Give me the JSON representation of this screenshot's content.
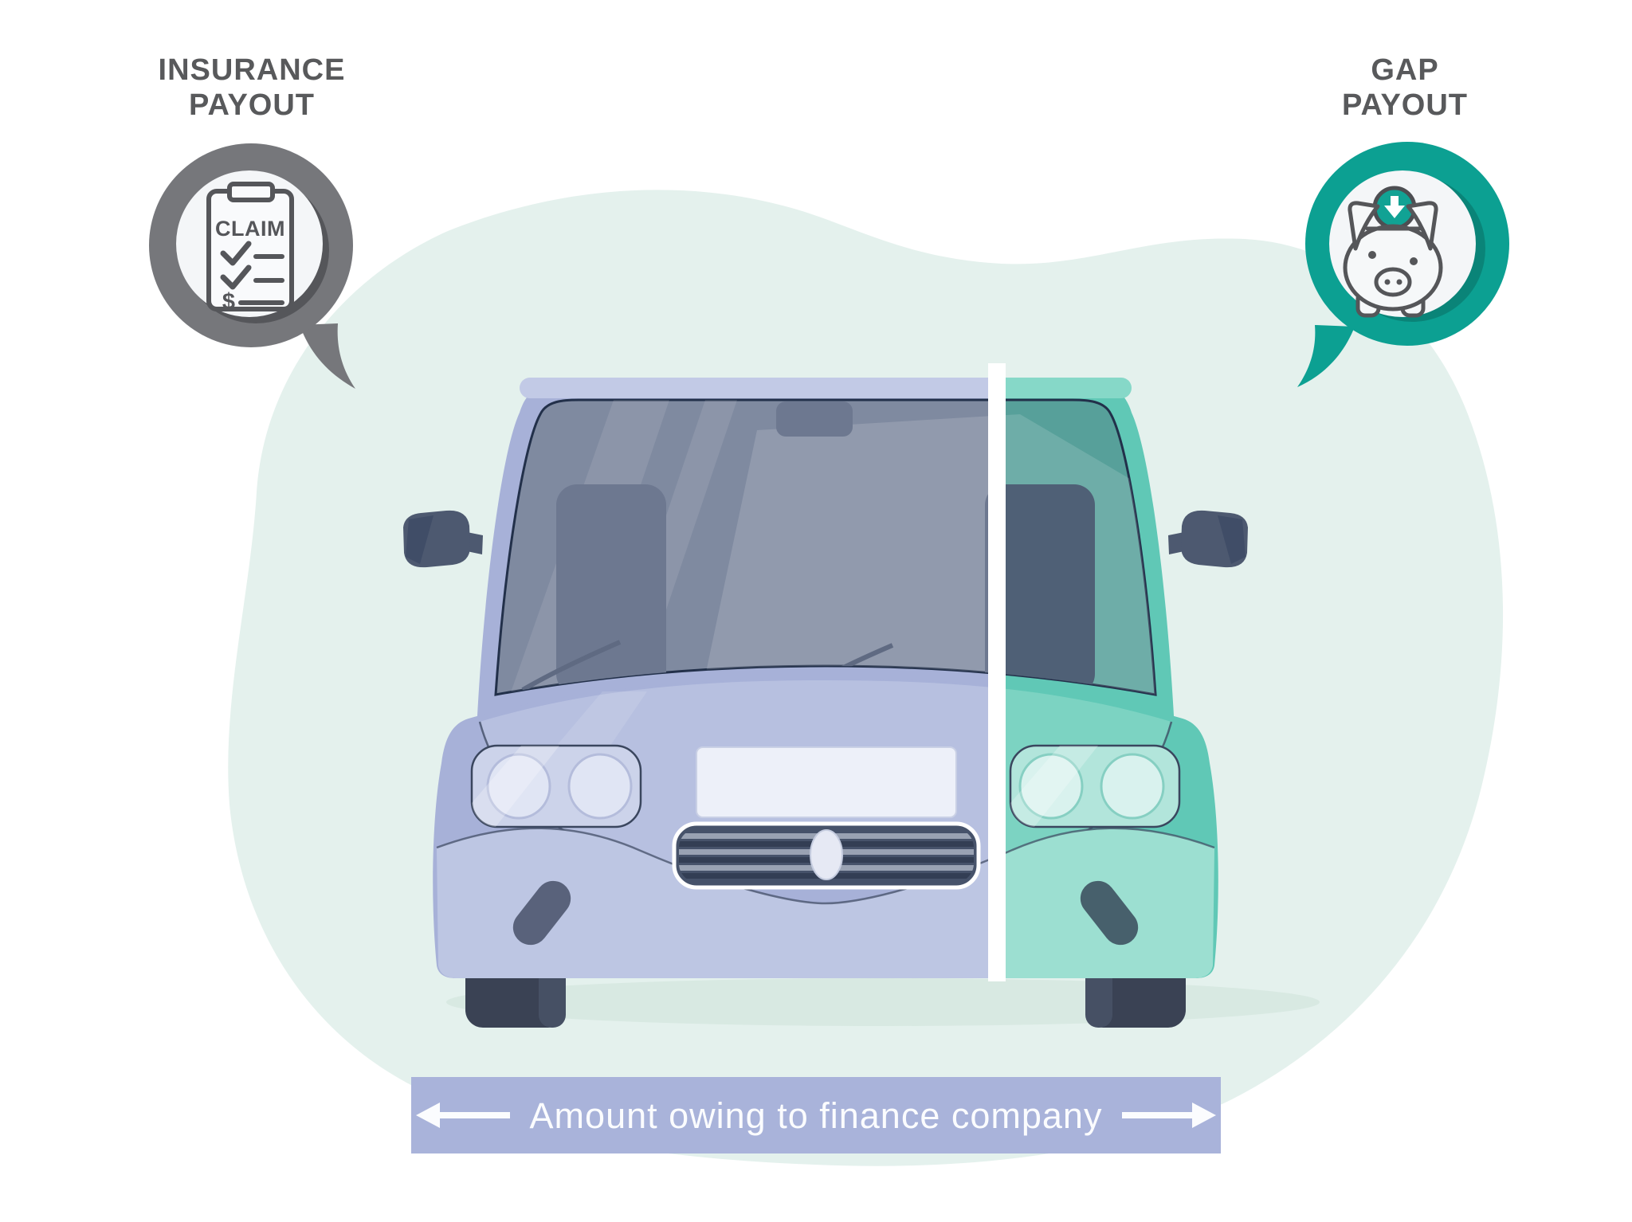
{
  "labels": {
    "insurance_payout": {
      "line1": "INSURANCE",
      "line2": "PAYOUT"
    },
    "gap_payout": {
      "line1": "GAP",
      "line2": "PAYOUT"
    }
  },
  "claim_icon": {
    "text": "CLAIM"
  },
  "bottom_bar": {
    "label": "Amount owing to finance company"
  },
  "icons": {
    "left_badge": "claim-document-icon",
    "right_badge": "piggy-bank-coin-icon",
    "bar_left": "left-arrow-icon",
    "bar_right": "right-arrow-icon"
  },
  "colors": {
    "insurance_gray": "#76777b",
    "gap_teal": "#0ca092",
    "coin_teal": "#11a294",
    "car_left_lavender": "#a7b1d8",
    "car_right_teal": "#60c8b6",
    "bar_lavender": "#a9b3da",
    "blob_mint": "#e4f1ed",
    "divider_white": "#ffffff",
    "text_dark": "#58595b"
  }
}
